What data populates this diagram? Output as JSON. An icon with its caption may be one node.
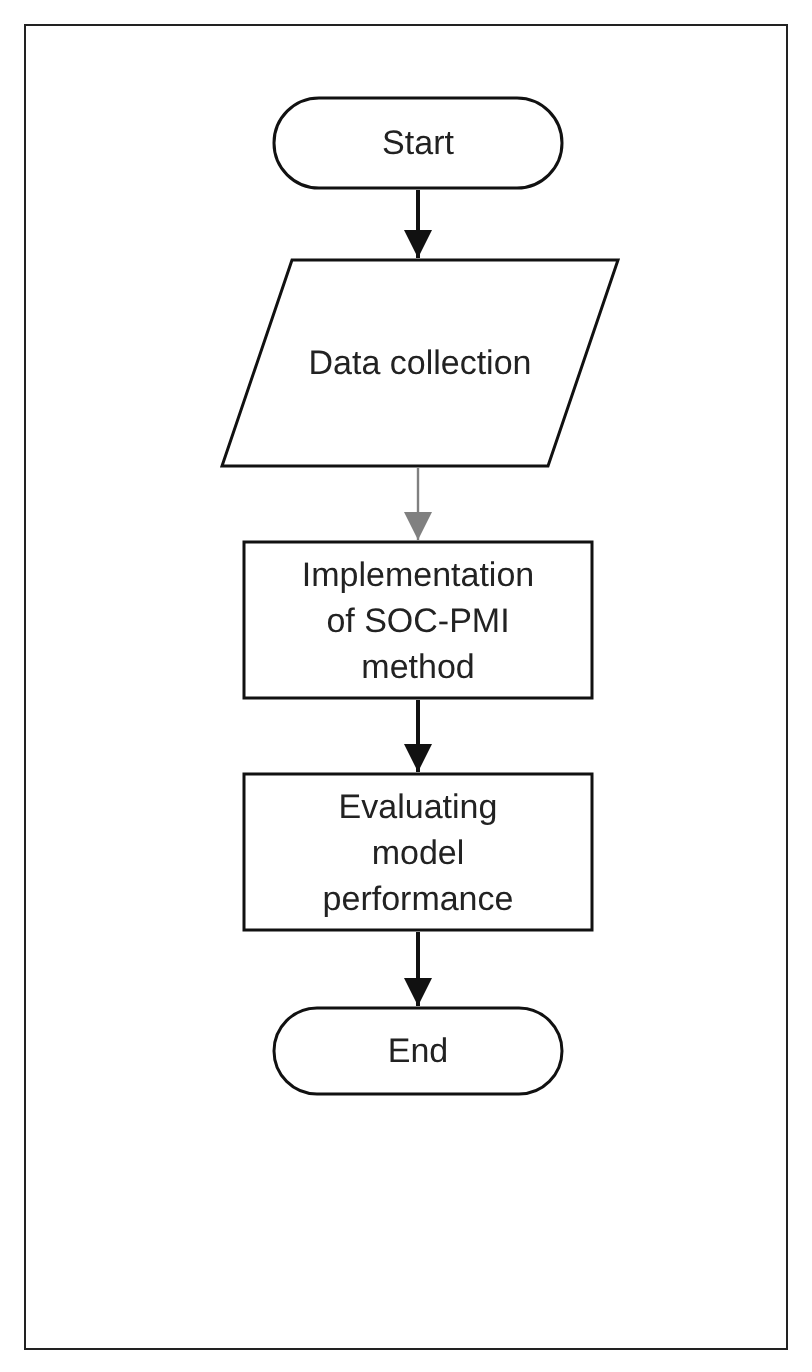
{
  "diagram": {
    "nodes": [
      {
        "text": [
          "Start"
        ]
      },
      {
        "text": [
          "Data collection"
        ]
      },
      {
        "text": [
          "Implementation of SOC-PMI method"
        ]
      },
      {
        "text": [
          "Evaluating model performance"
        ]
      },
      {
        "text": [
          "End"
        ]
      }
    ],
    "edges": [
      {
        "from": 0,
        "to": 1,
        "arrow": "to"
      },
      {
        "from": 1,
        "to": 2,
        "arrow": "to",
        "color": "#808080"
      },
      {
        "from": 2,
        "to": 3,
        "arrow": "to"
      },
      {
        "from": 3,
        "to": 4,
        "arrow": "to"
      }
    ]
  }
}
